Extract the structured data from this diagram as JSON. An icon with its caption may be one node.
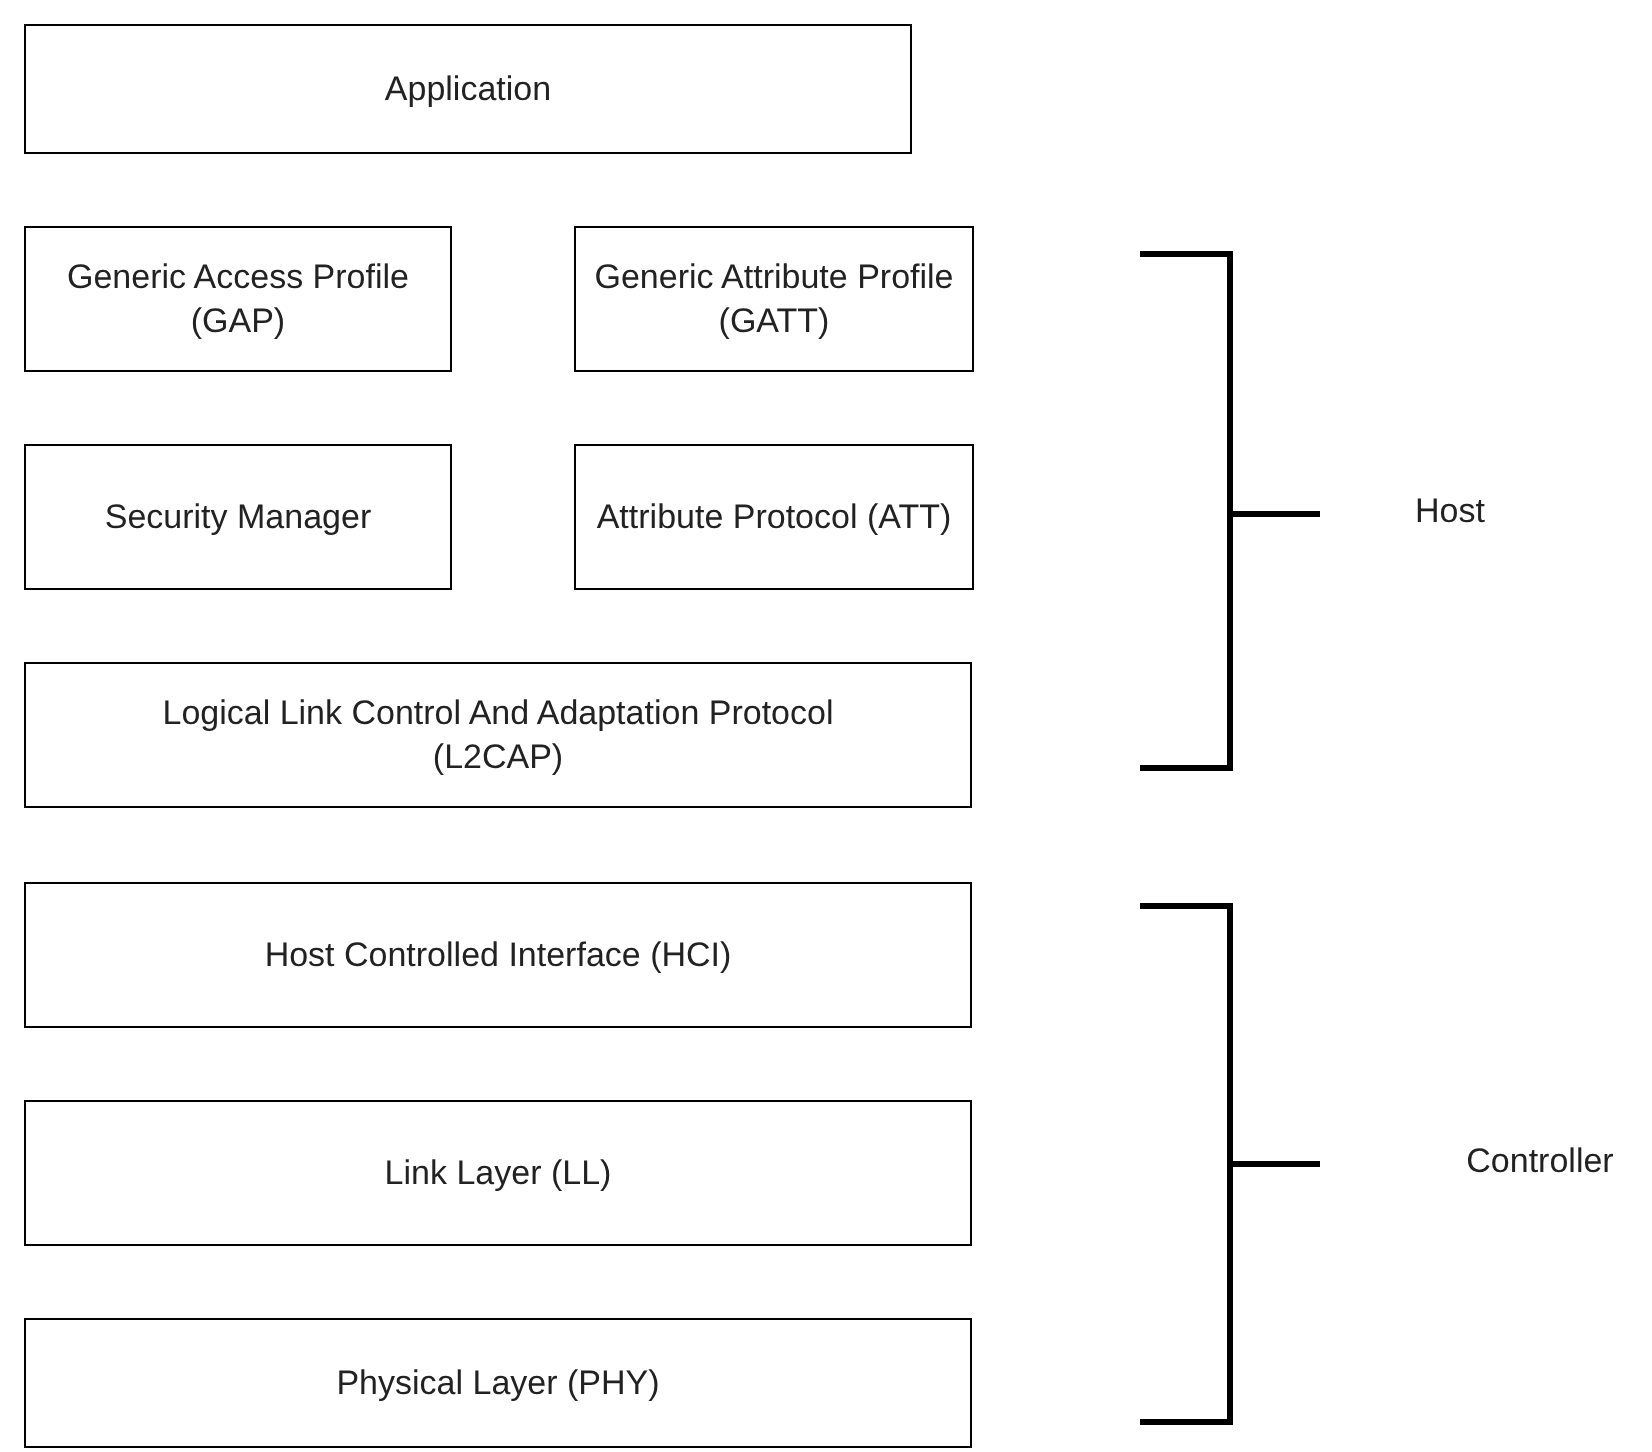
{
  "diagram": {
    "nodes": [
      {
        "text": [
          "Application"
        ]
      },
      {
        "text": [
          "Generic Access Profile (GAP)"
        ]
      },
      {
        "text": [
          "Generic Attribute Profile (GATT)"
        ]
      },
      {
        "text": [
          "Security Manager"
        ]
      },
      {
        "text": [
          "Attribute Protocol (ATT)"
        ]
      },
      {
        "text": [
          "Logical Link Control And Adaptation Protocol (L2CAP)"
        ]
      },
      {
        "text": [
          "Host Controlled Interface (HCI)"
        ]
      },
      {
        "text": [
          "Link Layer (LL)"
        ]
      },
      {
        "text": [
          "Physical Layer (PHY)"
        ]
      }
    ],
    "labels": [
      "Host",
      "Controller"
    ]
  }
}
